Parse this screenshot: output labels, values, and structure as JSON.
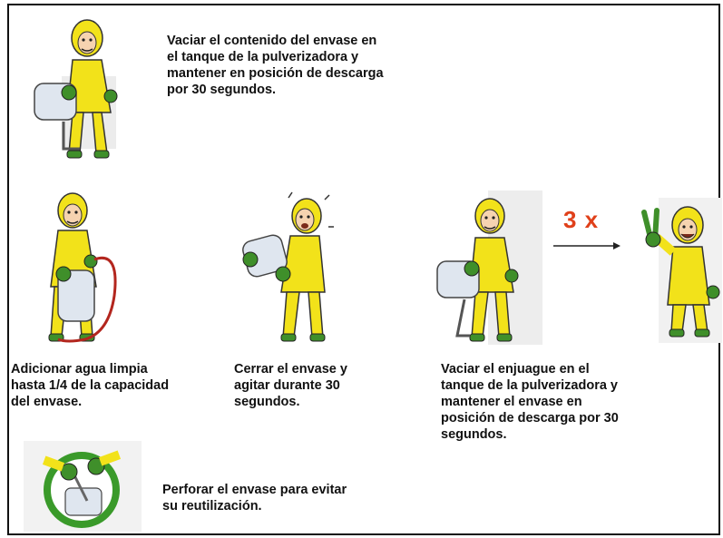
{
  "steps": {
    "step1": {
      "text": "Vaciar el contenido del envase en\nel tanque de la pulverizadora y\nmantener en posición de descarga\npor 30 segundos."
    },
    "step2": {
      "text": "Adicionar agua limpia\nhasta 1/4 de la capacidad\ndel envase."
    },
    "step3": {
      "text": "Cerrar el envase y\nagitar durante 30\nsegundos."
    },
    "step4": {
      "text": "Vaciar el enjuague en el\ntanque de la pulverizadora y\nmantener el envase en\nposición de descarga por 30\nsegundos."
    },
    "step5": {
      "text": "Perforar el envase para evitar\nsu reutilización."
    }
  },
  "repeat": {
    "label": "3 x"
  },
  "colors": {
    "suit": "#f2e21a",
    "suit_shade": "#c9b800",
    "glove": "#3f8f2a",
    "repeat_text": "#e0401a",
    "ring": "#3a9a2a"
  },
  "icons": [
    "farmer-pouring-icon",
    "farmer-filling-water-icon",
    "farmer-shaking-container-icon",
    "farmer-pouring-rinse-icon",
    "farmer-victory-icon",
    "puncture-container-icon",
    "repeat-arrow-icon"
  ]
}
